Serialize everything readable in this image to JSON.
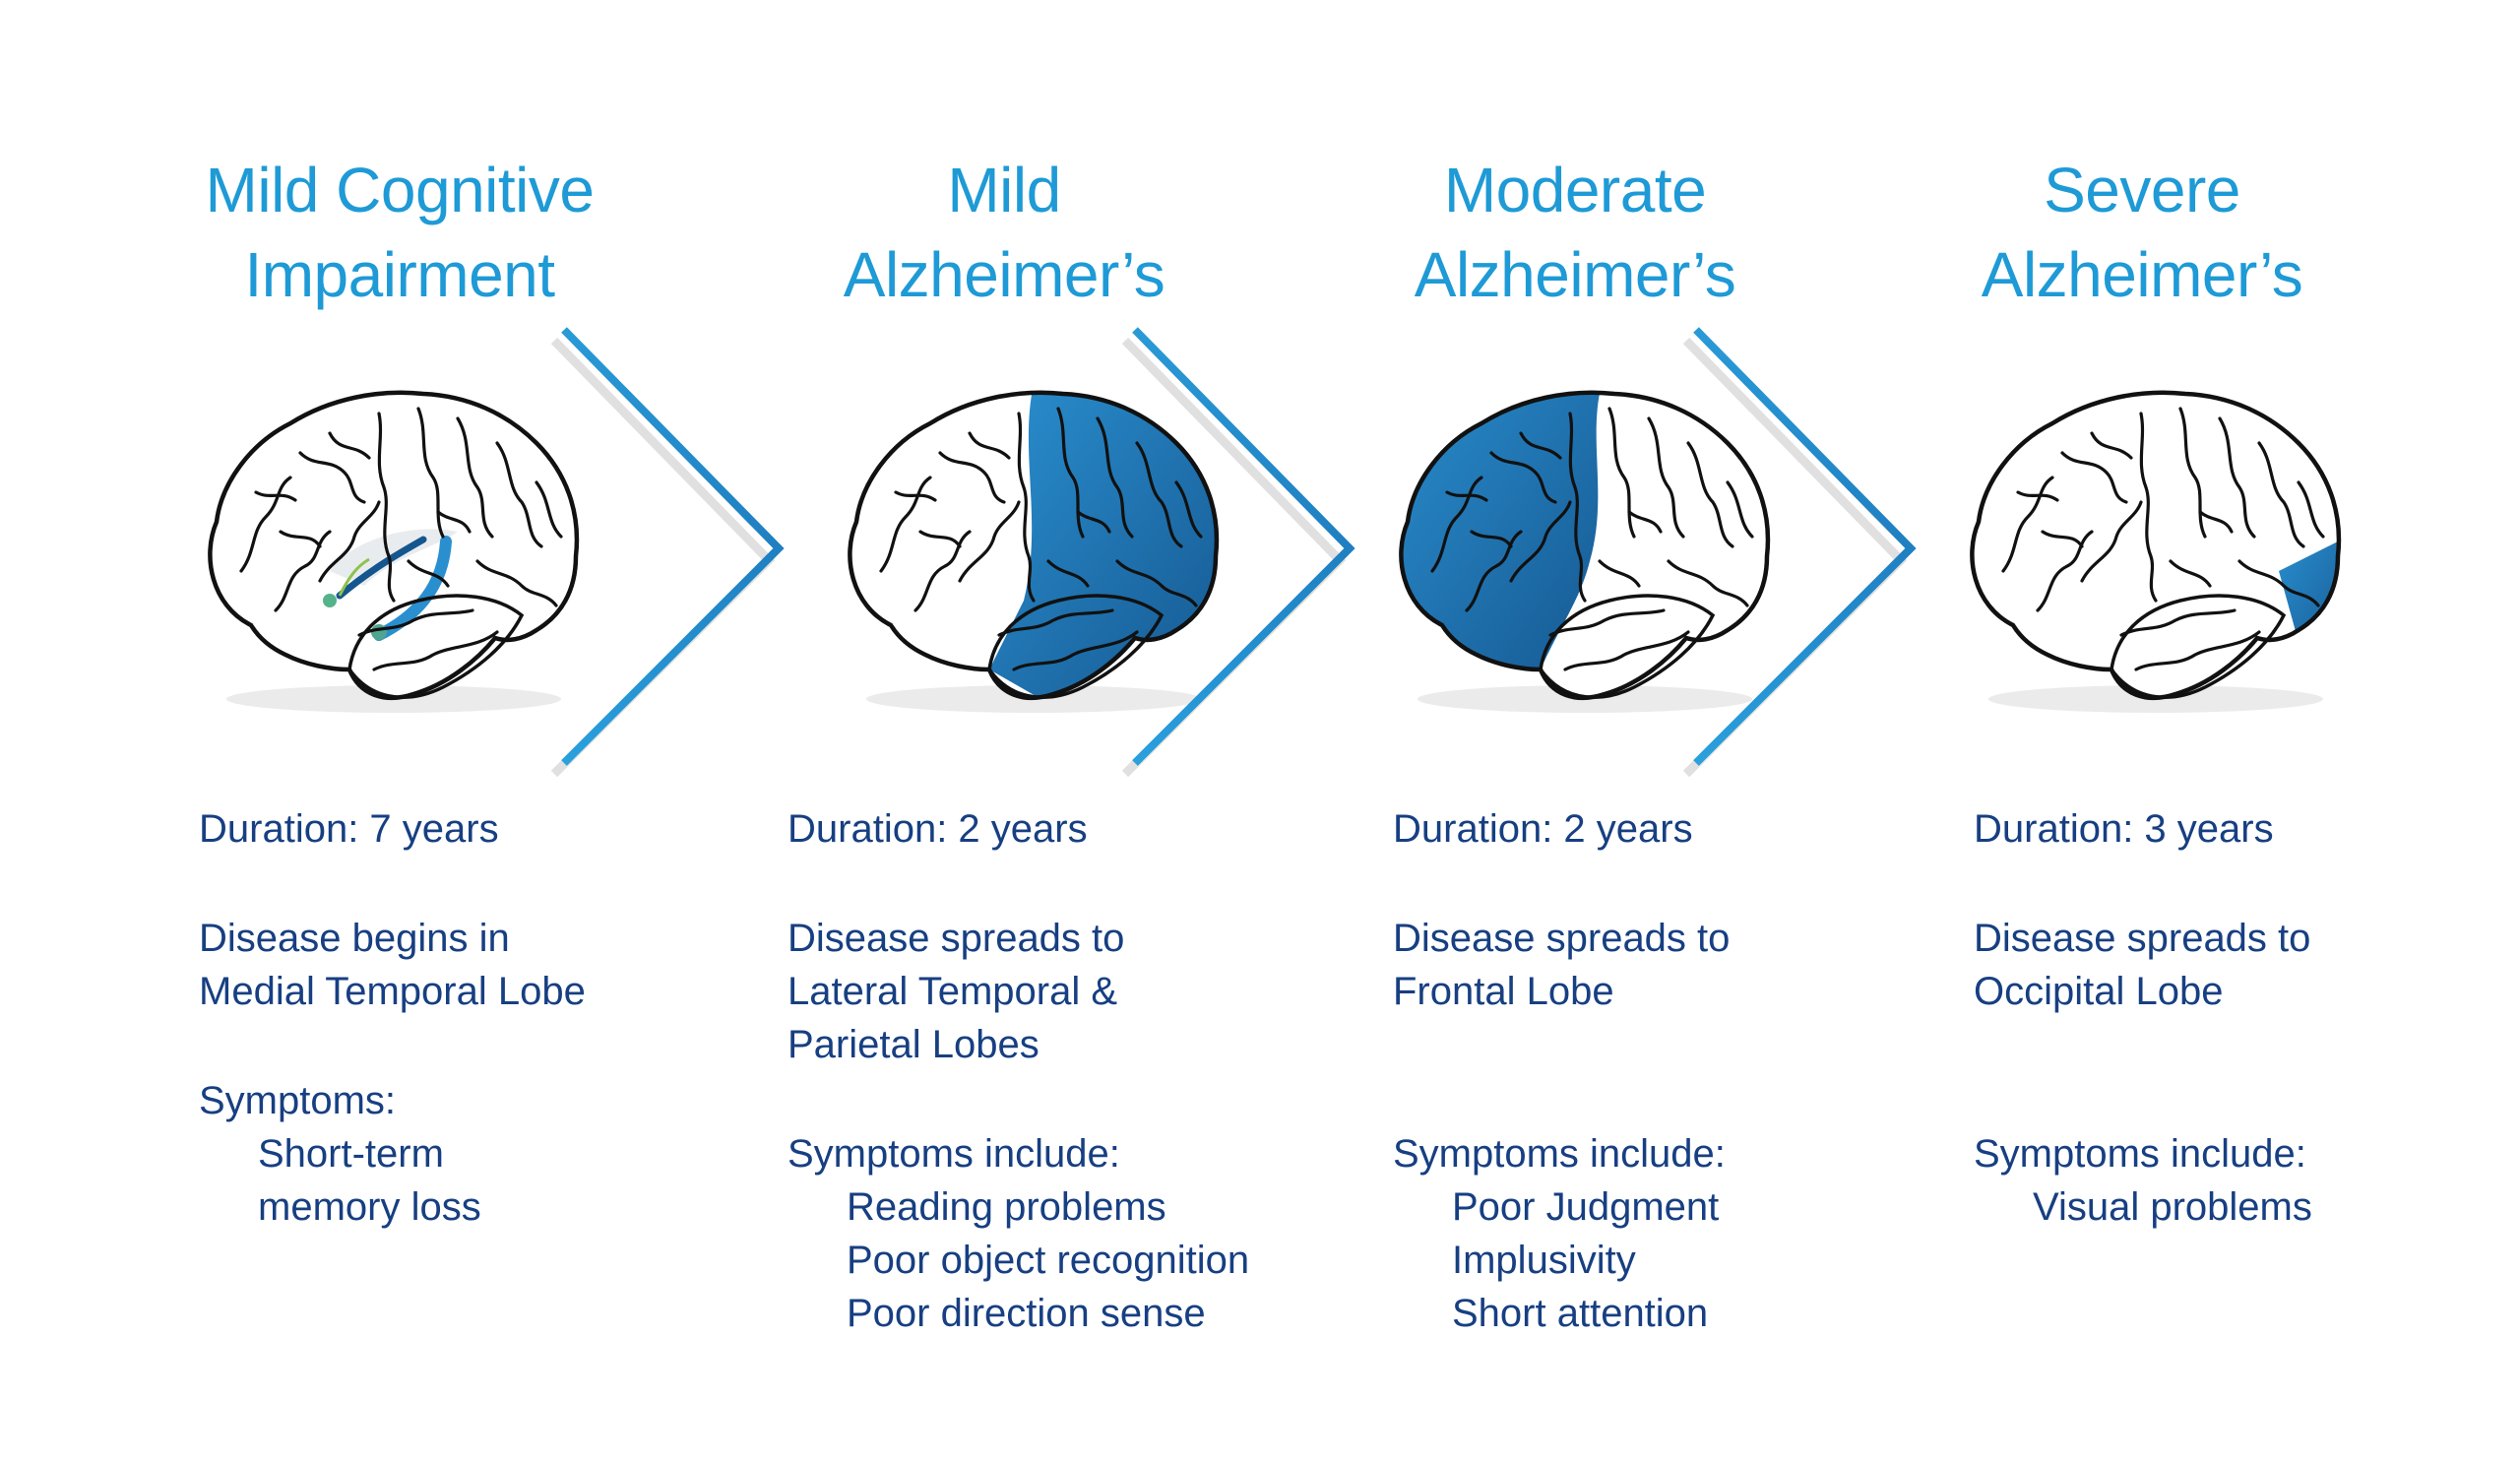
{
  "stages": [
    {
      "title": [
        "Mild Cognitive",
        "Impairment"
      ],
      "duration": "Duration: 7 years",
      "region": [
        "Disease begins in",
        "Medial Temporal Lobe"
      ],
      "symptoms_heading": "Symptoms:",
      "symptoms": [
        "Short-term",
        "memory loss"
      ],
      "affected_area": "medial-temporal"
    },
    {
      "title": [
        "Mild",
        "Alzheimer’s"
      ],
      "duration": "Duration: 2 years",
      "region": [
        "Disease spreads to",
        "Lateral Temporal &",
        "Parietal Lobes"
      ],
      "symptoms_heading": "Symptoms include:",
      "symptoms": [
        "Reading problems",
        "Poor object recognition",
        "Poor direction sense"
      ],
      "affected_area": "temporal-parietal"
    },
    {
      "title": [
        "Moderate",
        "Alzheimer’s"
      ],
      "duration": "Duration: 2 years",
      "region": [
        "Disease spreads to",
        "Frontal Lobe"
      ],
      "symptoms_heading": "Symptoms include:",
      "symptoms": [
        "Poor Judgment",
        "Implusivity",
        "Short attention"
      ],
      "affected_area": "frontal"
    },
    {
      "title": [
        "Severe",
        "Alzheimer’s"
      ],
      "duration": "Duration: 3 years",
      "region": [
        "Disease spreads to",
        "Occipital Lobe"
      ],
      "symptoms_heading": "Symptoms include:",
      "symptoms": [
        "Visual problems"
      ],
      "affected_area": "occipital"
    }
  ],
  "colors": {
    "title": "#1e9ad6",
    "body_text": "#173f82",
    "highlight_light": "#2a8fcf",
    "highlight_dark": "#15568f",
    "chevron": "#1f7fc1",
    "outline": "#111111"
  },
  "icons": [
    "brain-icon",
    "chevron-right-icon"
  ]
}
